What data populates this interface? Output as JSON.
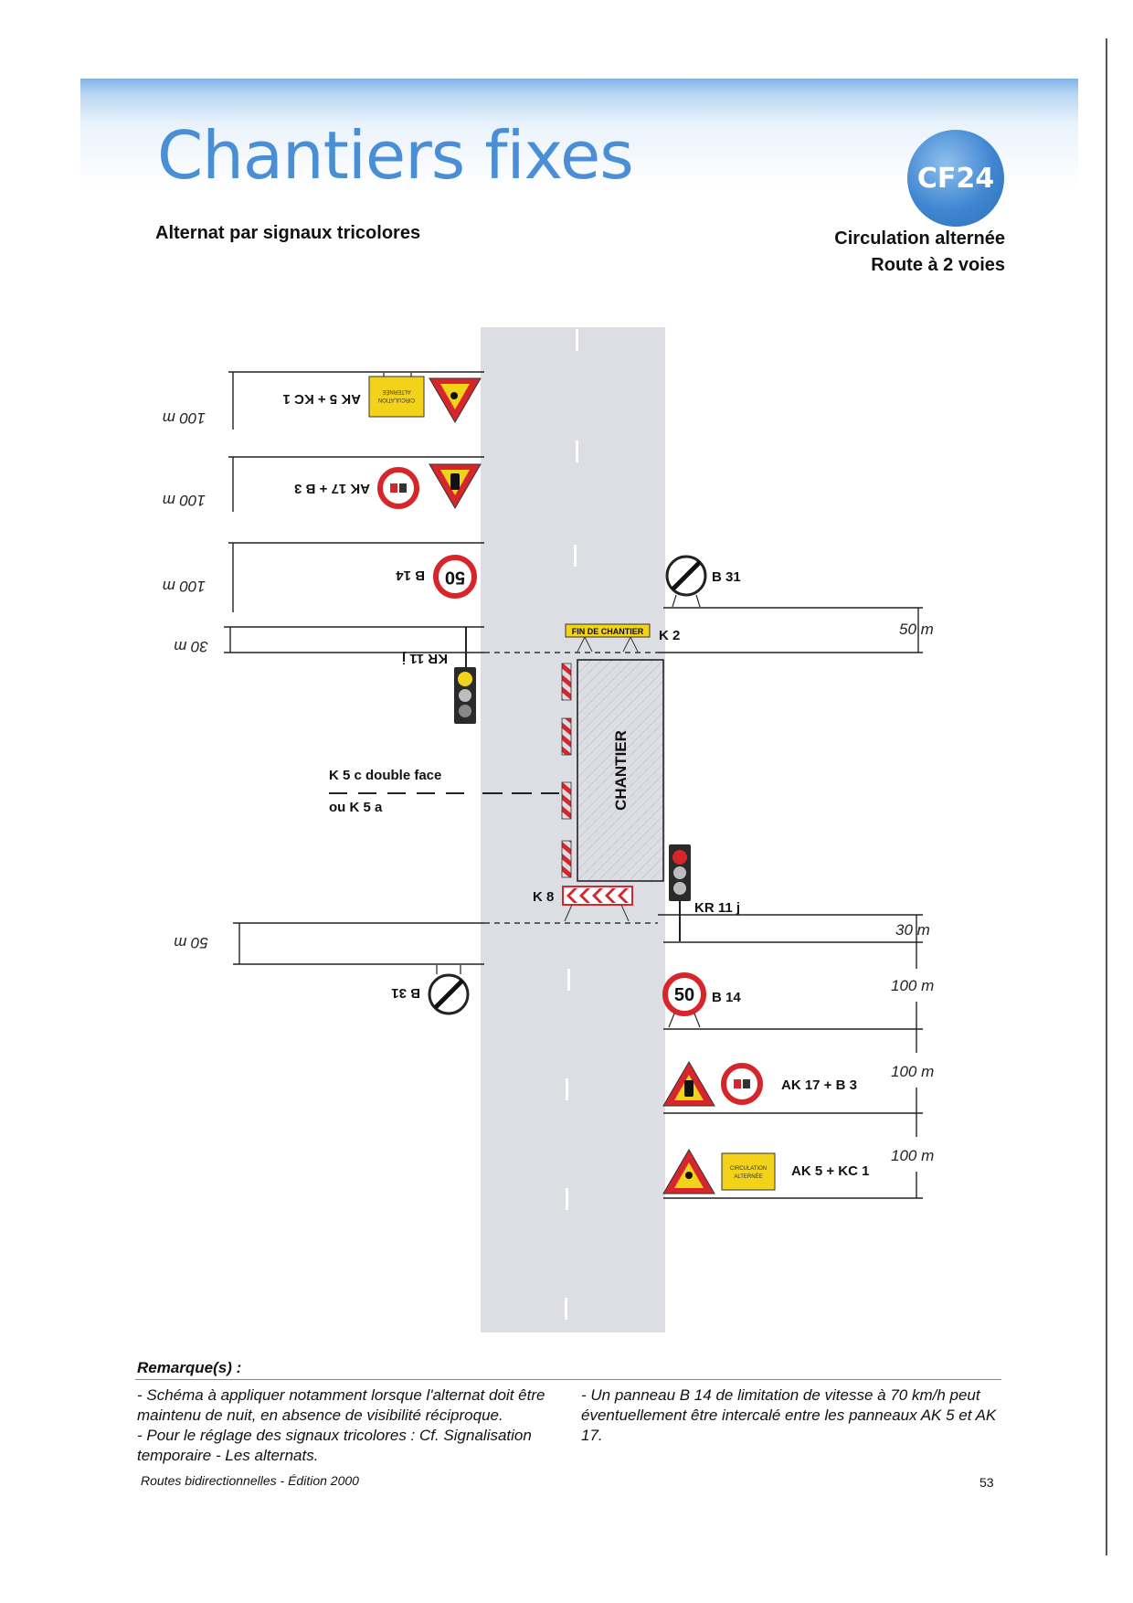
{
  "header": {
    "title": "Chantiers fixes",
    "badge": "CF24",
    "subtitle_left": "Alternat par signaux tricolores",
    "subtitle_right_line1": "Circulation alternée",
    "subtitle_right_line2": "Route à 2 voies"
  },
  "diagram": {
    "left_side": {
      "ak5_kc1": "AK 5 + KC 1",
      "ak17_b3": "AK 17 + B 3",
      "b14": "B 14",
      "kr11j": "KR 11 j",
      "b31": "B 31",
      "dist_100_a": "100 m",
      "dist_100_b": "100 m",
      "dist_100_c": "100 m",
      "dist_30": "30 m",
      "dist_50": "50 m"
    },
    "right_side": {
      "b31": "B 31",
      "k2": "K 2",
      "kr11j": "KR 11 j",
      "b14": "B 14",
      "ak17_b3": "AK 17 + B 3",
      "ak5_kc1": "AK 5 + KC 1",
      "dist_50": "50 m",
      "dist_30": "30 m",
      "dist_100_a": "100 m",
      "dist_100_b": "100 m",
      "dist_100_c": "100 m"
    },
    "work_zone": "CHANTIER",
    "fin_chantier": "FIN DE CHANTIER",
    "k8": "K 8",
    "k5c": "K 5 c double face",
    "k5a": "ou K 5 a",
    "speed": "50",
    "circ_panel_line1": "CIRCULATION",
    "circ_panel_line2": "ALTERNÉE"
  },
  "remarks": {
    "title": "Remarque(s) :",
    "left_p1": "- Schéma à appliquer notamment lorsque l'alternat doit être maintenu de nuit, en absence de visibilité réciproque.",
    "left_p2": "- Pour le réglage des signaux tricolores : Cf. Signalisation temporaire - Les alternats.",
    "right_p1": "- Un panneau B 14 de limitation de vitesse à 70 km/h peut éventuellement être intercalé entre les panneaux AK 5 et AK 17."
  },
  "footer": {
    "left": "Routes bidirectionnelles - Édition 2000",
    "page": "53"
  },
  "colors": {
    "title_blue": "#4a8fd6",
    "road_grey": "#dcdee4",
    "sign_red": "#d7262b",
    "panel_yellow": "#f3d21a"
  }
}
